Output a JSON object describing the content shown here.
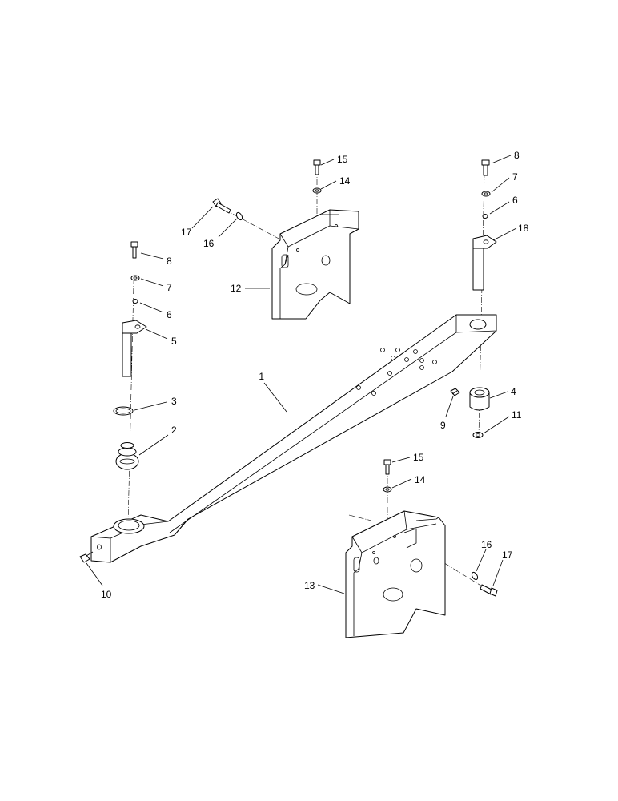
{
  "diagram": {
    "parts": [
      {
        "key": "p1",
        "label": "1"
      },
      {
        "key": "p2",
        "label": "2"
      },
      {
        "key": "p3",
        "label": "3"
      },
      {
        "key": "p4",
        "label": "4"
      },
      {
        "key": "p5",
        "label": "5"
      },
      {
        "key": "p6",
        "label": "6"
      },
      {
        "key": "p7",
        "label": "7"
      },
      {
        "key": "p8",
        "label": "8"
      },
      {
        "key": "p9",
        "label": "9"
      },
      {
        "key": "p10",
        "label": "10"
      },
      {
        "key": "p11",
        "label": "11"
      },
      {
        "key": "p12",
        "label": "12"
      },
      {
        "key": "p13",
        "label": "13"
      },
      {
        "key": "p14",
        "label": "14"
      },
      {
        "key": "p15",
        "label": "15"
      },
      {
        "key": "p16",
        "label": "16"
      },
      {
        "key": "p17",
        "label": "17"
      },
      {
        "key": "p18",
        "label": "18"
      }
    ],
    "callouts": [
      {
        "part": 0,
        "label": "1"
      },
      {
        "part": 1,
        "label": "2"
      },
      {
        "part": 2,
        "label": "3"
      },
      {
        "part": 3,
        "label": "4"
      },
      {
        "part": 4,
        "label": "5"
      },
      {
        "part": 5,
        "label": "6"
      },
      {
        "part": 5,
        "label": "6"
      },
      {
        "part": 6,
        "label": "7"
      },
      {
        "part": 6,
        "label": "7"
      },
      {
        "part": 7,
        "label": "8"
      },
      {
        "part": 7,
        "label": "8"
      },
      {
        "part": 8,
        "label": "9"
      },
      {
        "part": 9,
        "label": "10"
      },
      {
        "part": 10,
        "label": "11"
      },
      {
        "part": 11,
        "label": "12"
      },
      {
        "part": 12,
        "label": "13"
      },
      {
        "part": 13,
        "label": "14"
      },
      {
        "part": 13,
        "label": "14"
      },
      {
        "part": 14,
        "label": "15"
      },
      {
        "part": 14,
        "label": "15"
      },
      {
        "part": 15,
        "label": "16"
      },
      {
        "part": 15,
        "label": "16"
      },
      {
        "part": 16,
        "label": "17"
      },
      {
        "part": 16,
        "label": "17"
      },
      {
        "part": 17,
        "label": "18"
      }
    ]
  }
}
